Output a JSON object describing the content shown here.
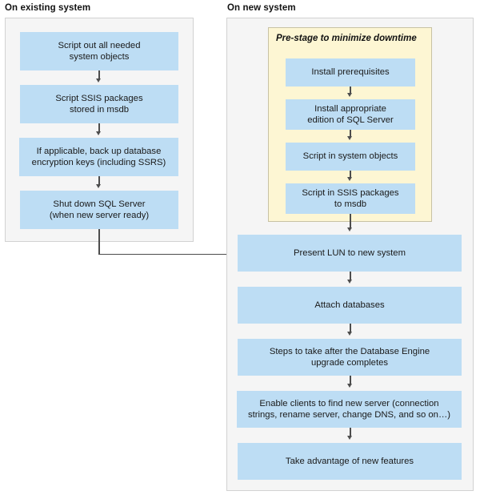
{
  "diagram": {
    "type": "flowchart",
    "title": "SQL Server migration to new system flowchart",
    "colors": {
      "node_fill": "#bdddf4",
      "panel_fill": "#f5f5f5",
      "panel_border": "#d2d2d2",
      "prestage_fill": "#fdf6d3",
      "prestage_border": "#c8c2a4",
      "arrow": "#4d4d4d",
      "text": "#1a1a1a"
    }
  },
  "left_panel": {
    "title": "On existing system",
    "nodes": [
      {
        "id": "script-out-objects",
        "line1": "Script out all needed",
        "line2": "system objects"
      },
      {
        "id": "script-ssis-packages",
        "line1": "Script SSIS packages",
        "line2": "stored in msdb"
      },
      {
        "id": "backup-encryption-keys",
        "line1": "If applicable, back up database",
        "line2": "encryption keys (including SSRS)"
      },
      {
        "id": "shut-down-sql-server",
        "line1": "Shut down SQL Server",
        "line2": "(when new server ready)"
      }
    ]
  },
  "right_panel": {
    "title": "On new system",
    "prestage": {
      "title": "Pre-stage to minimize downtime",
      "nodes": [
        {
          "id": "install-prerequisites",
          "line1": "Install prerequisites",
          "line2": ""
        },
        {
          "id": "install-sql-edition",
          "line1": "Install appropriate",
          "line2": "edition of SQL Server"
        },
        {
          "id": "script-in-system-objects",
          "line1": "Script in system objects",
          "line2": ""
        },
        {
          "id": "script-in-ssis-packages",
          "line1": "Script in SSIS packages",
          "line2": "to msdb"
        }
      ]
    },
    "nodes": [
      {
        "id": "present-lun",
        "line1": "Present LUN to new system",
        "line2": ""
      },
      {
        "id": "attach-databases",
        "line1": "Attach databases",
        "line2": ""
      },
      {
        "id": "post-upgrade-steps",
        "line1": "Steps to take after the Database Engine",
        "line2": "upgrade completes"
      },
      {
        "id": "enable-clients",
        "line1": "Enable clients to find new server (connection",
        "line2": "strings, rename server, change DNS, and so on…)"
      },
      {
        "id": "take-advantage-features",
        "line1": "Take advantage of new features",
        "line2": ""
      }
    ]
  }
}
